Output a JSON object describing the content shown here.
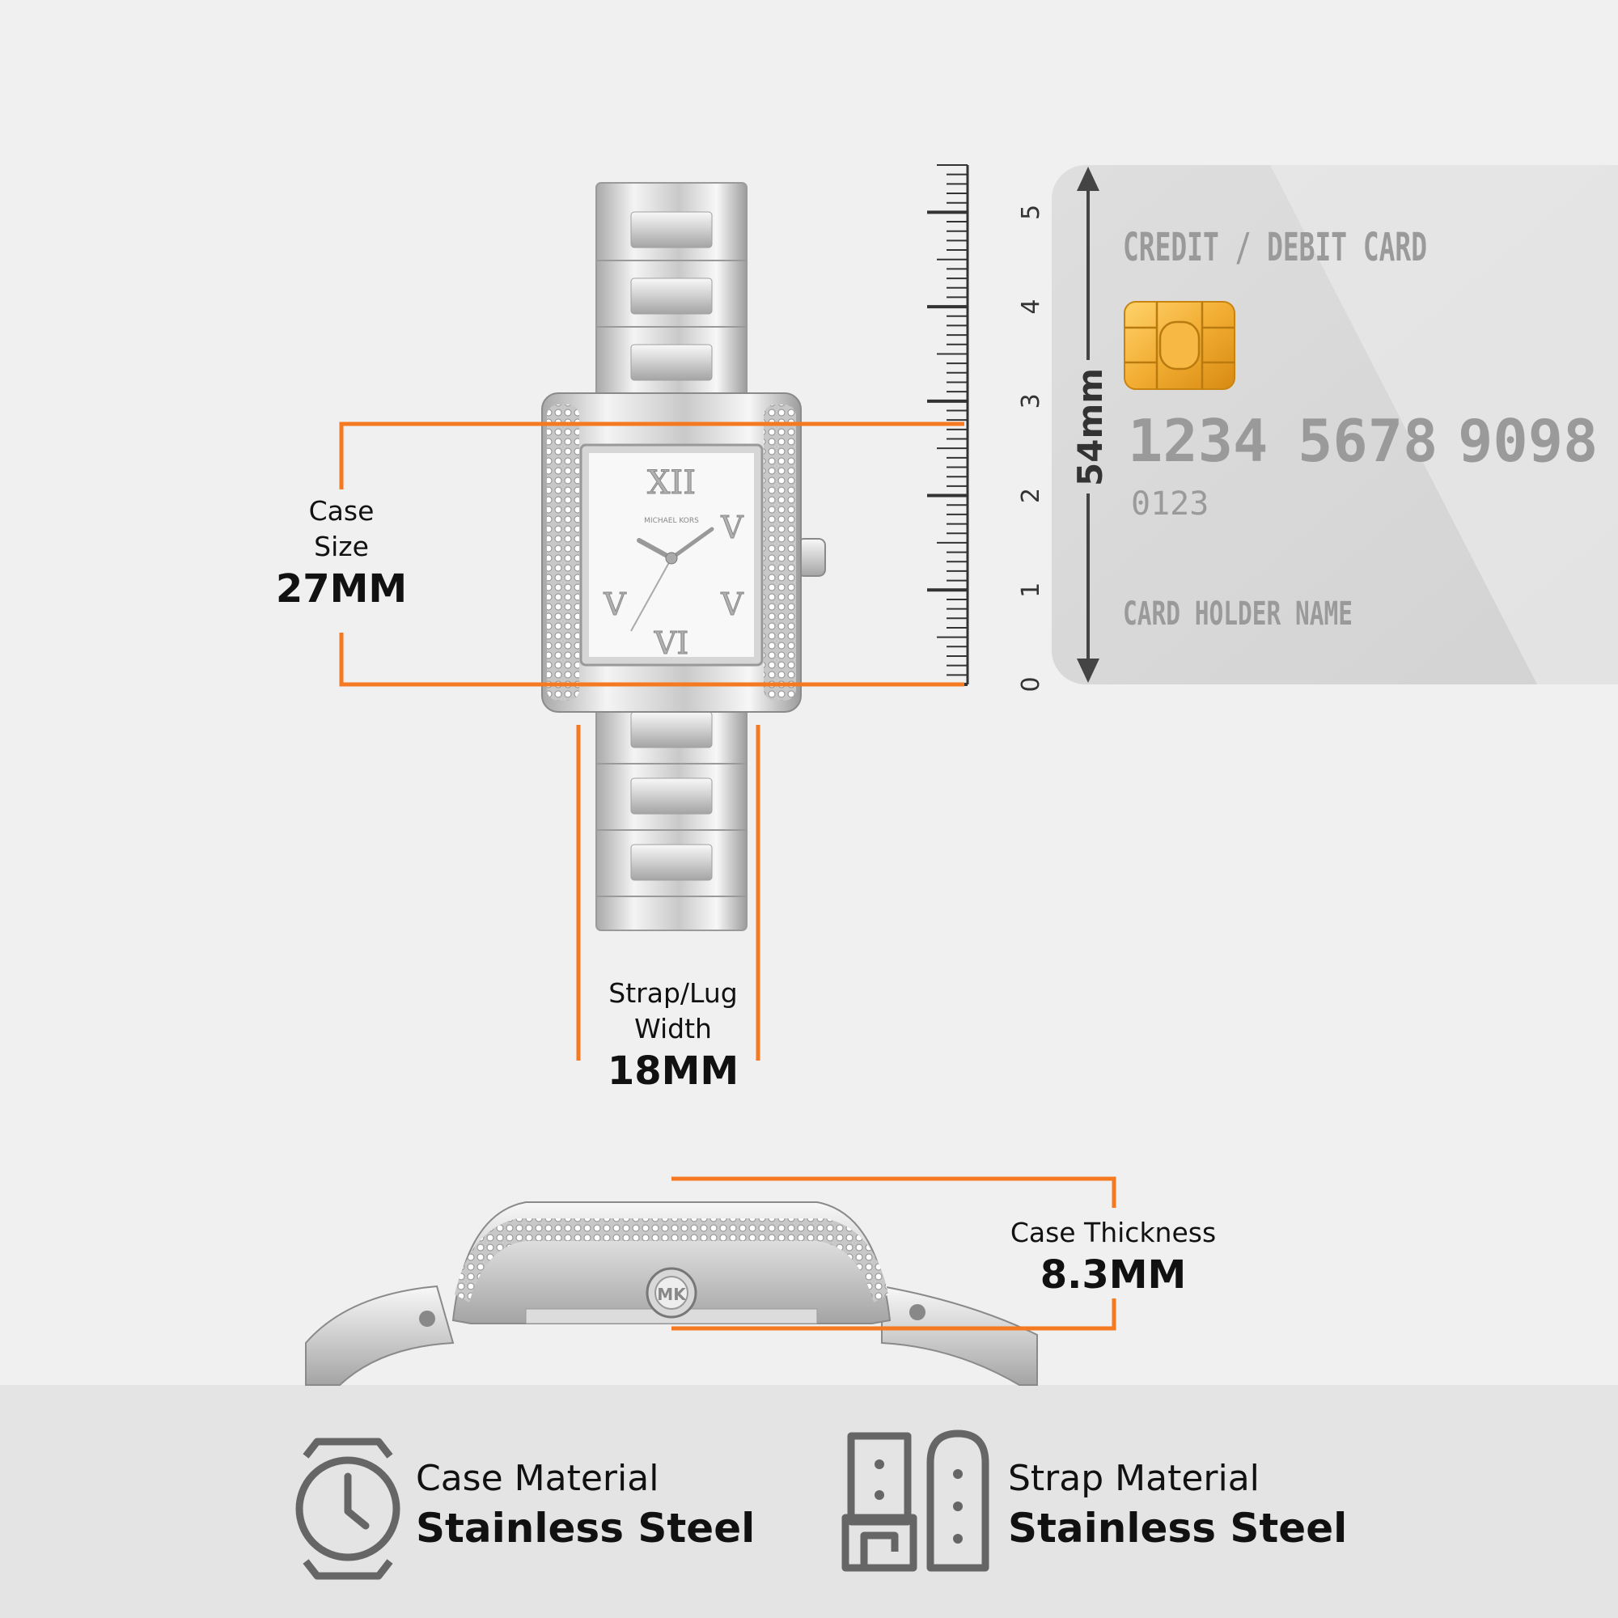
{
  "ruler": {
    "ticks": [
      "0",
      "1",
      "2",
      "3",
      "4",
      "5"
    ]
  },
  "card": {
    "title": "CREDIT / DEBIT CARD",
    "number_groups": [
      "1234",
      "5678",
      "9098"
    ],
    "sub_number": "0123",
    "holder": "CARD HOLDER NAME",
    "height_label": "54mm"
  },
  "watch": {
    "brand": "MICHAEL KORS",
    "crown_logo": "MK"
  },
  "dimensions": {
    "case_size": {
      "label_line1": "Case",
      "label_line2": "Size",
      "value": "27MM"
    },
    "strap_width": {
      "label_line1": "Strap/Lug",
      "label_line2": "Width",
      "value": "18MM"
    },
    "case_thickness": {
      "label": "Case Thickness",
      "value": "8.3MM"
    }
  },
  "materials": [
    {
      "label": "Case Material",
      "value": "Stainless Steel",
      "icon": "watch-case-icon"
    },
    {
      "label": "Strap Material",
      "value": "Stainless Steel",
      "icon": "watch-strap-icon"
    }
  ],
  "colors": {
    "accent": "#f47920",
    "background": "#f0f0f0",
    "footer": "#e4e4e4"
  }
}
